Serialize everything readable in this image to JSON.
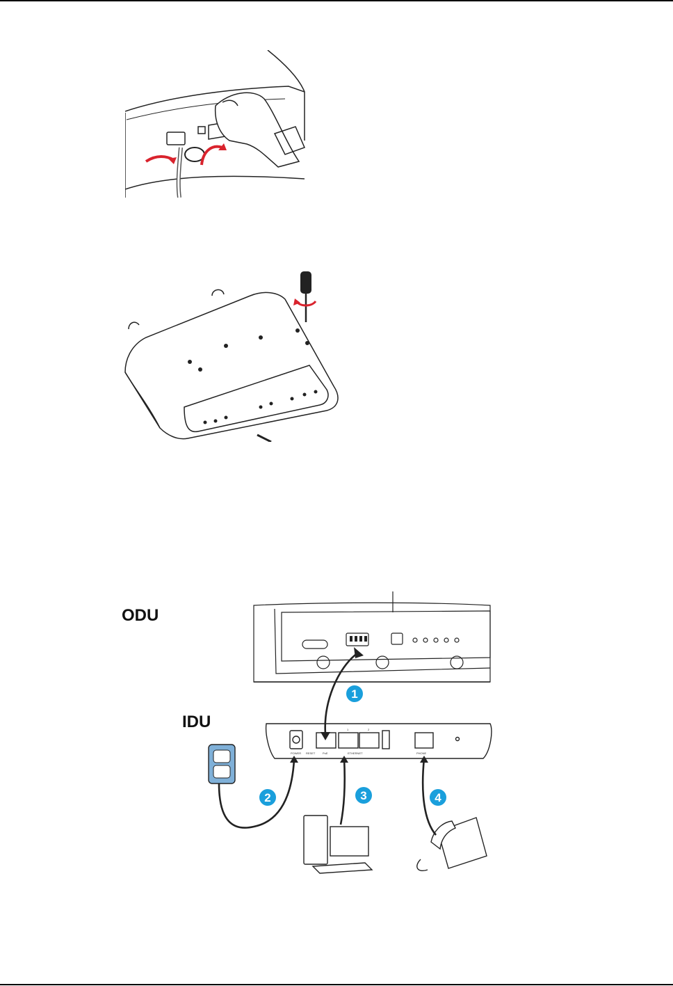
{
  "figure3": {
    "odu_label": "ODU",
    "idu_label": "IDU",
    "steps": [
      "1",
      "2",
      "3",
      "4"
    ],
    "port_labels": [
      "POWER",
      "RESET",
      "PoE",
      "ETHERNET",
      "PHONE"
    ],
    "port_numbers": [
      "1",
      "2"
    ]
  },
  "colors": {
    "line": "#222222",
    "arrow_red": "#d9232d",
    "step_blue": "#1a9fdc",
    "outlet_blue": "#7fb0d8"
  }
}
